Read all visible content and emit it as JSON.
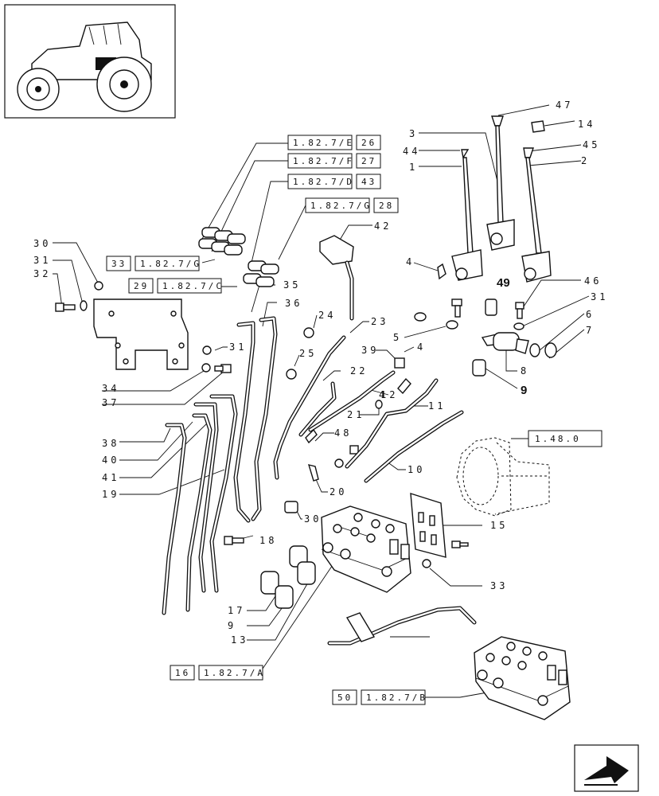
{
  "callouts": [
    "30",
    "31",
    "32",
    "1",
    "44",
    "3",
    "47",
    "14",
    "45",
    "2",
    "4",
    "49",
    "46",
    "31",
    "6",
    "7",
    "8",
    "9",
    "5",
    "42",
    "35",
    "36",
    "24",
    "23",
    "25",
    "39",
    "22",
    "4",
    "21",
    "12",
    "11",
    "4",
    "48",
    "10",
    "20",
    "30",
    "31",
    "34",
    "37",
    "38",
    "40",
    "41",
    "19",
    "18",
    "17",
    "9",
    "13",
    "15",
    "33"
  ],
  "ref_boxes": [
    {
      "ref": "1.82.7/E",
      "num": "26"
    },
    {
      "ref": "1.82.7/F",
      "num": "27"
    },
    {
      "ref": "1.82.7/D",
      "num": "43"
    },
    {
      "ref": "1.82.7/G",
      "num": "28"
    },
    {
      "ref": "1.82.7/G",
      "num": "33"
    },
    {
      "ref": "1.82.7/C",
      "num": "29"
    },
    {
      "ref": "1.82.7/A",
      "num": "16"
    },
    {
      "ref": "1.82.7/B",
      "num": "50"
    }
  ],
  "group_ref": "1.48.0",
  "icons": {
    "thumbnail": "tractor-thumbnail-icon",
    "navigation": "next-page-arrow-icon"
  }
}
